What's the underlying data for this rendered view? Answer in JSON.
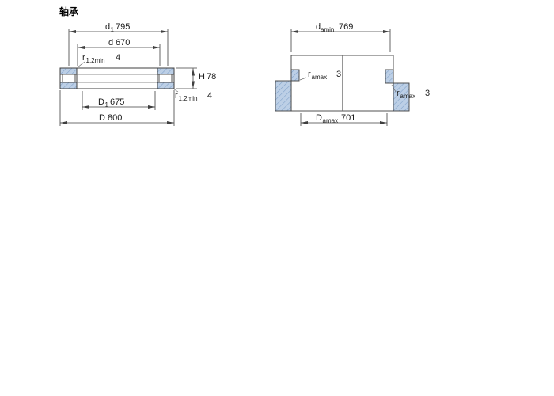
{
  "title": "轴承",
  "colors": {
    "hatch_fill": "#bccfe6",
    "hatch_line": "#7fa1c9",
    "outline": "#3f3f3f"
  },
  "left_view": {
    "dims": {
      "d1": {
        "sym": "d",
        "sub": "1",
        "value": "795"
      },
      "d": {
        "sym": "d",
        "value": "670"
      },
      "r12_top": {
        "sym": "r",
        "sub": "1,2min",
        "value": "4"
      },
      "H": {
        "sym": "H",
        "value": "78"
      },
      "r12_bottom": {
        "sym": "r",
        "sub": "1,2min",
        "value": "4"
      },
      "D1": {
        "sym": "D",
        "sub": "1",
        "value": "675"
      },
      "D": {
        "sym": "D",
        "value": "800"
      }
    }
  },
  "right_view": {
    "dims": {
      "da": {
        "sym": "d",
        "sub": "amin",
        "value": "769"
      },
      "ra_top": {
        "sym": "r",
        "sub": "amax",
        "value": "3"
      },
      "ra_side": {
        "sym": "r",
        "sub": "amax",
        "value": "3"
      },
      "Da": {
        "sym": "D",
        "sub": "amax",
        "value": "701"
      }
    }
  }
}
